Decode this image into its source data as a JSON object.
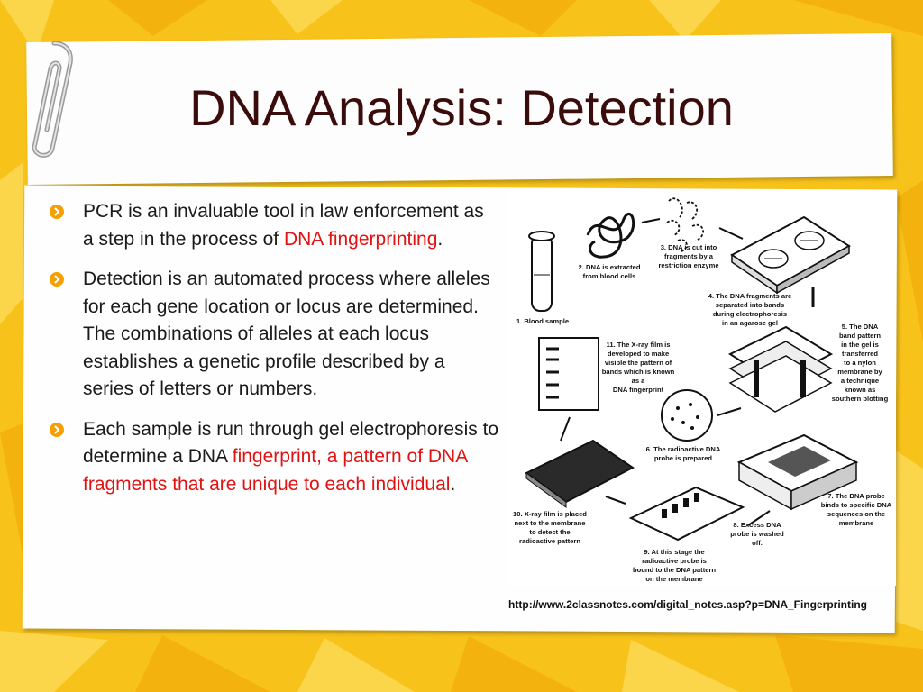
{
  "slide": {
    "title": "DNA Analysis: Detection",
    "url": "http://www.2classnotes.com/digital_notes.asp?p=DNA_Fingerprinting",
    "accent_color": "#e01212",
    "bullet_icon": "circle-arrow-icon"
  },
  "bullets": [
    {
      "pre": "PCR is an invaluable tool in law enforcement as a step in the process of ",
      "highlight": "DNA fingerprinting",
      "post": "."
    },
    {
      "pre": "Detection is an automated process where alleles for each gene location or locus are determined. The combinations of alleles at each locus establishes a genetic profile described by a series of letters or numbers.",
      "highlight": "",
      "post": ""
    },
    {
      "pre": "Each sample is run through gel electrophoresis to determine a DNA ",
      "highlight": "fingerprint, a pattern of DNA fragments that are unique to each individual",
      "post": "."
    }
  ],
  "figure": {
    "steps": [
      "1. Blood sample",
      "2. DNA is extracted",
      "from blood cells",
      "3. DNA is cut into",
      "fragments by a",
      "restriction enzyme",
      "4. The DNA fragments are",
      "separated into bands",
      "during electrophoresis",
      "in an agarose gel",
      "5. The DNA",
      "band pattern",
      "in the gel is",
      "transferred",
      "to a nylon",
      "membrane by",
      "a technique",
      "known as",
      "southern blotting",
      "6. The radioactive DNA",
      "probe is prepared",
      "7. The DNA probe",
      "binds to specific DNA",
      "sequences on the",
      "membrane",
      "8. Excess DNA",
      "probe is washed",
      "off.",
      "9. At this stage the",
      "radioactive probe is",
      "bound to the DNA pattern",
      "on the membrane",
      "10. X-ray film is placed",
      "next to the membrane",
      "to detect the",
      "radioactive pattern",
      "11. The X-ray film is",
      "developed to make",
      "visible the pattern of",
      "bands which is known",
      "as a",
      "DNA fingerprint"
    ]
  }
}
